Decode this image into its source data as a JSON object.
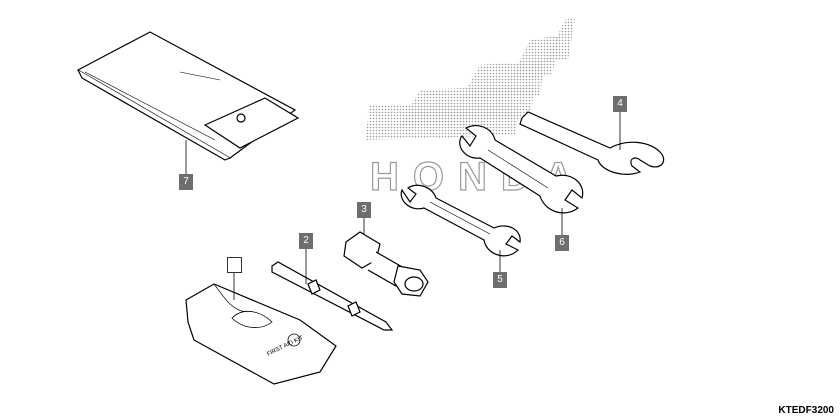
{
  "callouts": [
    {
      "id": "1",
      "label": ""
    },
    {
      "id": "2",
      "label": "2"
    },
    {
      "id": "3",
      "label": "3"
    },
    {
      "id": "4",
      "label": "4"
    },
    {
      "id": "5",
      "label": "5"
    },
    {
      "id": "6",
      "label": "6"
    },
    {
      "id": "7",
      "label": "7"
    }
  ],
  "brand_watermark": "HONDA",
  "first_aid_kit_text": "FIRST AID KIT",
  "figure_code": "KTEDF3200",
  "colors": {
    "line": "#000000",
    "callout_fill": "#6e6e6e",
    "watermark_dots": "#9a9a9a"
  }
}
